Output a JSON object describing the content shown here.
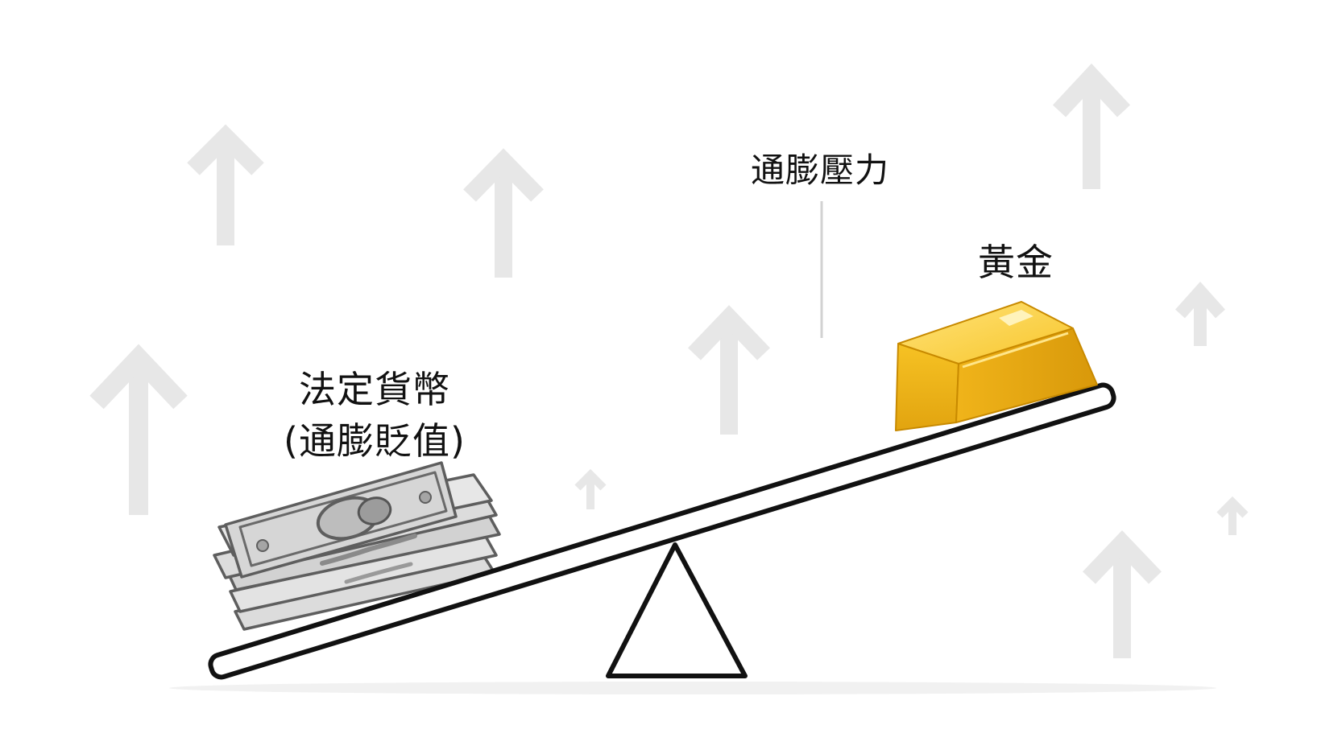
{
  "labels": {
    "pressure": "通膨壓力",
    "gold": "黃金",
    "fiat_line1": "法定貨幣",
    "fiat_line2": "(通膨貶值)"
  },
  "icons": {
    "background_arrows": "up-arrow-icon",
    "money": "banknote-stack-icon",
    "gold": "gold-bar-icon"
  },
  "colors": {
    "background": "#ffffff",
    "arrow": "#e6e6e6",
    "beam_stroke": "#111111",
    "gold_light": "#ffd84a",
    "gold_mid": "#f2b91c",
    "gold_dark": "#d99a0b",
    "banknote": "#c9c9c9",
    "banknote_ink": "#6f6f6f"
  }
}
